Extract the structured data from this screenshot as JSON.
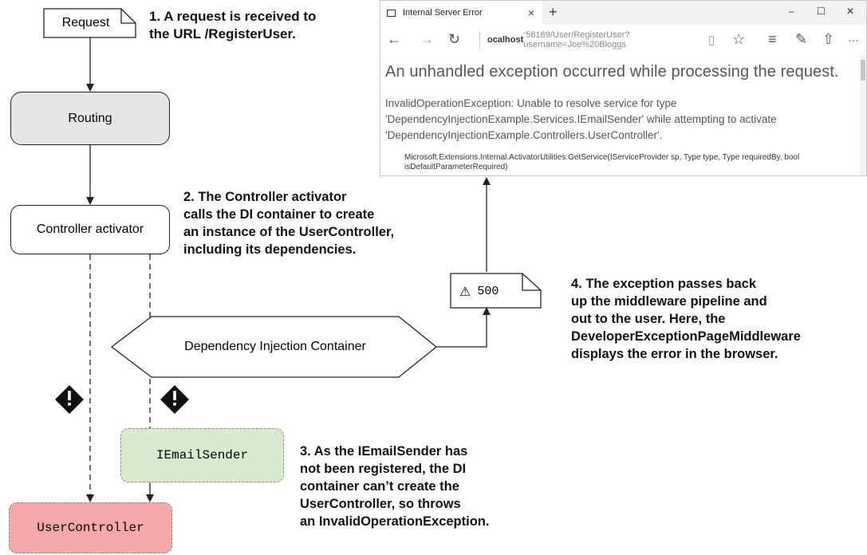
{
  "nodes": {
    "request": "Request",
    "routing": "Routing",
    "controller_activator": "Controller activator",
    "di_container": "Dependency Injection Container",
    "iemailsender": "IEmailSender",
    "usercontroller": "UserController",
    "status": "500",
    "warning_glyph": "⚠"
  },
  "notes": {
    "step1": "1. A request is received to\nthe URL /RegisterUser.",
    "step2": "2. The Controller activator\ncalls the DI container to create\nan instance of the UserController,\nincluding its dependencies.",
    "step3": "3. As the IEmailSender has\nnot been registered, the DI\ncontainer can’t create the\nUserController, so throws\nan InvalidOperationException.",
    "step4": "4. The exception passes back\nup the middleware pipeline and\nout to the user. Here, the\nDeveloperExceptionPageMiddleware\ndisplays the error in the browser."
  },
  "browser": {
    "tab_title": "Internal Server Error",
    "tab_close": "×",
    "new_tab": "+",
    "minimize": "–",
    "maximize": "☐",
    "close": "✕",
    "back": "←",
    "forward": "→",
    "refresh": "↻",
    "address_host": "ocalhost",
    "address_path": ":58169/User/RegisterUser?username=Joe%20Bloggs",
    "reading_view": "▯",
    "favorite": "☆",
    "hub": "≡",
    "notes": "✎",
    "share": "⇧",
    "more": "···",
    "heading": "An unhandled exception occurred while processing the request.",
    "message": "InvalidOperationException: Unable to resolve service for type\n'DependencyInjectionExample.Services.IEmailSender' while attempting to activate\n'DependencyInjectionExample.Controllers.UserController'.",
    "stack": "Microsoft.Extensions.Internal.ActivatorUtilities.GetService(IServiceProvider sp, Type type, Type requiredBy, bool\nisDefaultParameterRequired)"
  },
  "colors": {
    "routing_fill": "#e6e6e6",
    "iemailsender_fill": "#d9ebcf",
    "usercontroller_fill": "#f6a9a9",
    "line": "#222222"
  }
}
